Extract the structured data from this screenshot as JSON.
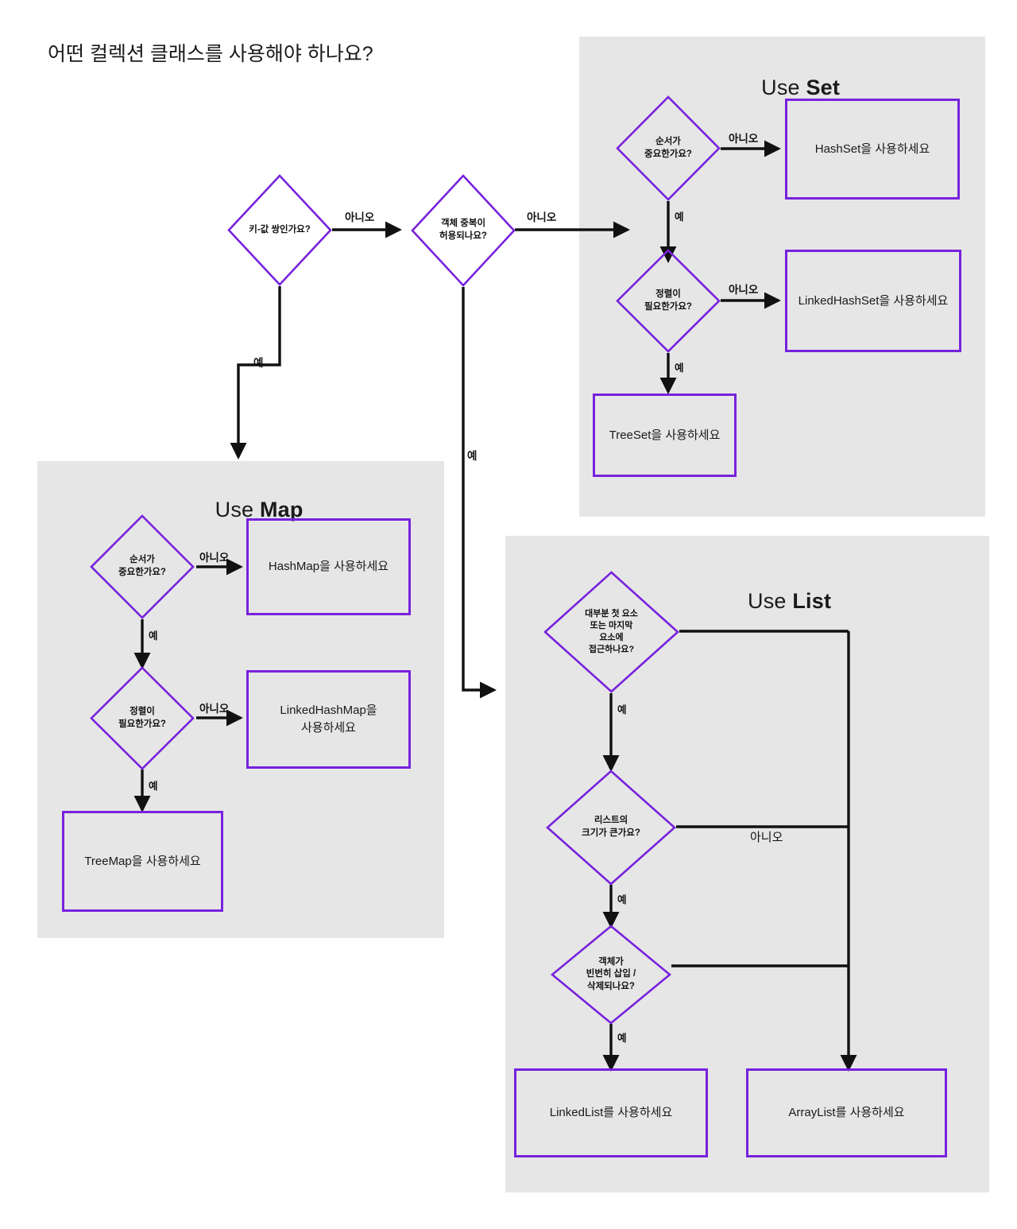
{
  "page": {
    "title": "어떤 컬렉션 클래스를 사용해야 하나요?",
    "background": "#ffffff",
    "panel_fill": "#e6e6e6",
    "node_stroke": "#7722dd",
    "edge_stroke": "#111111"
  },
  "labels": {
    "yes": "예",
    "no": "아니오"
  },
  "root": {
    "q1": "키-값 쌍인가요?",
    "q2": "객체 중복이\n허용되나요?",
    "edge_q1_to_q2": "아니오",
    "edge_q2_to_set": "아니오",
    "edge_q1_to_map": "예",
    "edge_q2_to_list": "예"
  },
  "panels": {
    "set": {
      "title_prefix": "Use ",
      "title_strong": "Set",
      "q_order": "순서가\n중요한가요?",
      "q_sort": "정렬이\n필요한가요?",
      "result_hashset": "HashSet을 사용하세요",
      "result_linkedhashset": "LinkedHashSet을 사용하세요",
      "result_treeset": "TreeSet을 사용하세요",
      "edge_order_no": "아니오",
      "edge_order_yes": "예",
      "edge_sort_no": "아니오",
      "edge_sort_yes": "예"
    },
    "map": {
      "title_prefix": "Use ",
      "title_strong": "Map",
      "q_order": "순서가\n중요한가요?",
      "q_sort": "정렬이\n필요한가요?",
      "result_hashmap": "HashMap을 사용하세요",
      "result_linkedhashmap": "LinkedHashMap을\n사용하세요",
      "result_treemap": "TreeMap을 사용하세요",
      "edge_order_no": "아니오",
      "edge_order_yes": "예",
      "edge_sort_no": "아니오",
      "edge_sort_yes": "예"
    },
    "list": {
      "title_prefix": "Use ",
      "title_strong": "List",
      "q_ends": "대부분 첫 요소\n또는 마지막\n요소에\n접근하나요?",
      "q_size": "리스트의\n크기가 큰가요?",
      "q_insert_delete": "객체가\n빈번히 삽입 /\n삭제되나요?",
      "result_linkedlist": "LinkedList를 사용하세요",
      "result_arraylist": "ArrayList를 사용하세요",
      "edge_ends_yes": "예",
      "edge_size_yes": "예",
      "edge_insert_yes": "예",
      "edge_merge_no": "아니오"
    }
  }
}
